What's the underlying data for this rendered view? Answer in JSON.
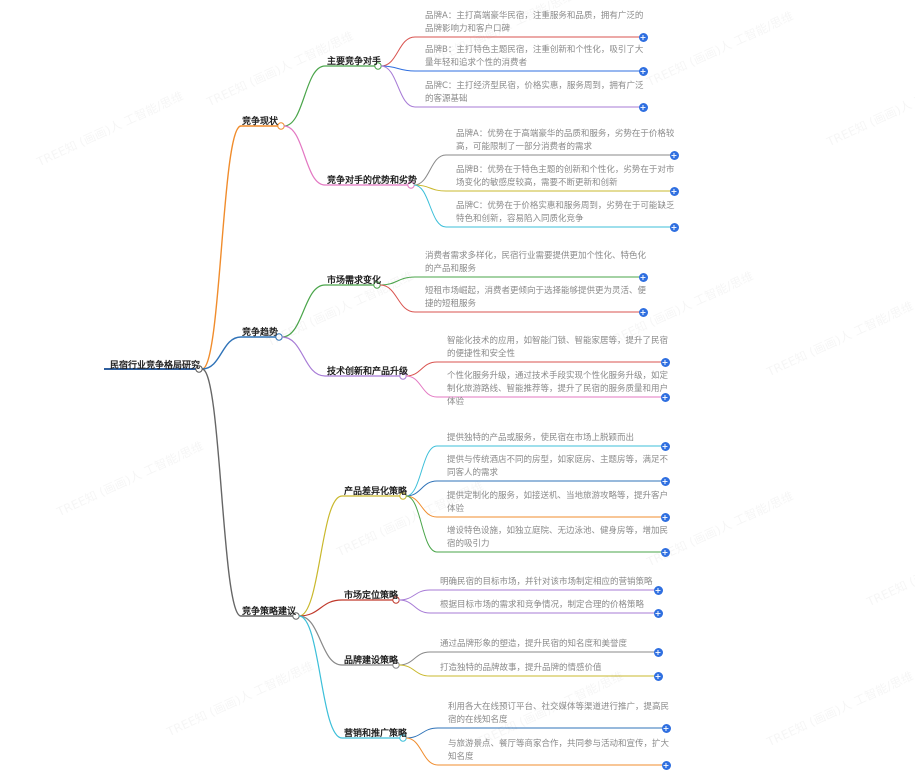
{
  "root": "民宿行业竞争格局研究",
  "watermark": "TREE知 (画画)人 工智能/思维",
  "branches": [
    {
      "label": "竞争现状",
      "color": "#f08c2c",
      "children": [
        {
          "label": "主要竞争对手",
          "color": "#4aa54a",
          "leaves": [
            {
              "text": "品牌A：主打高端豪华民宿，注重服务和品质，拥有广泛的品牌影响力和客户口碑",
              "color": "#d9534f"
            },
            {
              "text": "品牌B：主打特色主题民宿，注重创新和个性化，吸引了大量年轻和追求个性的消费者",
              "color": "#2f6fe0"
            },
            {
              "text": "品牌C：主打经济型民宿，价格实惠，服务周到，拥有广泛的客源基础",
              "color": "#a77bd6"
            }
          ]
        },
        {
          "label": "竞争对手的优势和劣势",
          "color": "#e377c2",
          "leaves": [
            {
              "text": "品牌A：优势在于高端豪华的品质和服务，劣势在于价格较高，可能限制了一部分消费者的需求",
              "color": "#888888"
            },
            {
              "text": "品牌B：优势在于特色主题的创新和个性化，劣势在于对市场变化的敏感度较高，需要不断更新和创新",
              "color": "#c9b82c"
            },
            {
              "text": "品牌C：优势在于价格实惠和服务周到，劣势在于可能缺乏特色和创新，容易陷入同质化竞争",
              "color": "#3cbfd9"
            }
          ]
        }
      ]
    },
    {
      "label": "竞争趋势",
      "color": "#2f73b8",
      "children": [
        {
          "label": "市场需求变化",
          "color": "#4aa54a",
          "leaves": [
            {
              "text": "消费者需求多样化，民宿行业需要提供更加个性化、特色化的产品和服务",
              "color": "#4aa54a"
            },
            {
              "text": "短租市场崛起，消费者更倾向于选择能够提供更为灵活、便捷的短租服务",
              "color": "#d9534f"
            }
          ]
        },
        {
          "label": "技术创新和产品升级",
          "color": "#a77bd6",
          "leaves": [
            {
              "text": "智能化技术的应用，如智能门锁、智能家居等，提升了民宿的便捷性和安全性",
              "color": "#d9534f"
            },
            {
              "text": "个性化服务升级，通过技术手段实现个性化服务升级，如定制化旅游路线、智能推荐等，提升了民宿的服务质量和用户体验",
              "color": "#e377c2"
            }
          ]
        }
      ]
    },
    {
      "label": "竞争策略建议",
      "color": "#666666",
      "children": [
        {
          "label": "产品差异化策略",
          "color": "#c9b82c",
          "leaves": [
            {
              "text": "提供独特的产品或服务，使民宿在市场上脱颖而出",
              "color": "#3cbfd9"
            },
            {
              "text": "提供与传统酒店不同的房型，如家庭房、主题房等，满足不同客人的需求",
              "color": "#2f73b8"
            },
            {
              "text": "提供定制化的服务，如接送机、当地旅游攻略等，提升客户体验",
              "color": "#f08c2c"
            },
            {
              "text": "增设特色设施，如独立庭院、无边泳池、健身房等，增加民宿的吸引力",
              "color": "#4aa54a"
            }
          ]
        },
        {
          "label": "市场定位策略",
          "color": "#c0392b",
          "leaves": [
            {
              "text": "明确民宿的目标市场，并针对该市场制定相应的营销策略",
              "color": "#a77bd6"
            },
            {
              "text": "根据目标市场的需求和竞争情况，制定合理的价格策略",
              "color": "#a77bd6"
            }
          ]
        },
        {
          "label": "品牌建设策略",
          "color": "#888888",
          "leaves": [
            {
              "text": "通过品牌形象的塑造，提升民宿的知名度和美誉度",
              "color": "#888888"
            },
            {
              "text": "打造独特的品牌故事，提升品牌的情感价值",
              "color": "#c9b82c"
            }
          ]
        },
        {
          "label": "营销和推广策略",
          "color": "#3cbfd9",
          "leaves": [
            {
              "text": "利用各大在线预订平台、社交媒体等渠道进行推广，提高民宿的在线知名度",
              "color": "#2f73b8"
            },
            {
              "text": "与旅游景点、餐厅等商家合作，共同参与活动和宣传，扩大知名度",
              "color": "#f08c2c"
            }
          ]
        }
      ]
    }
  ]
}
